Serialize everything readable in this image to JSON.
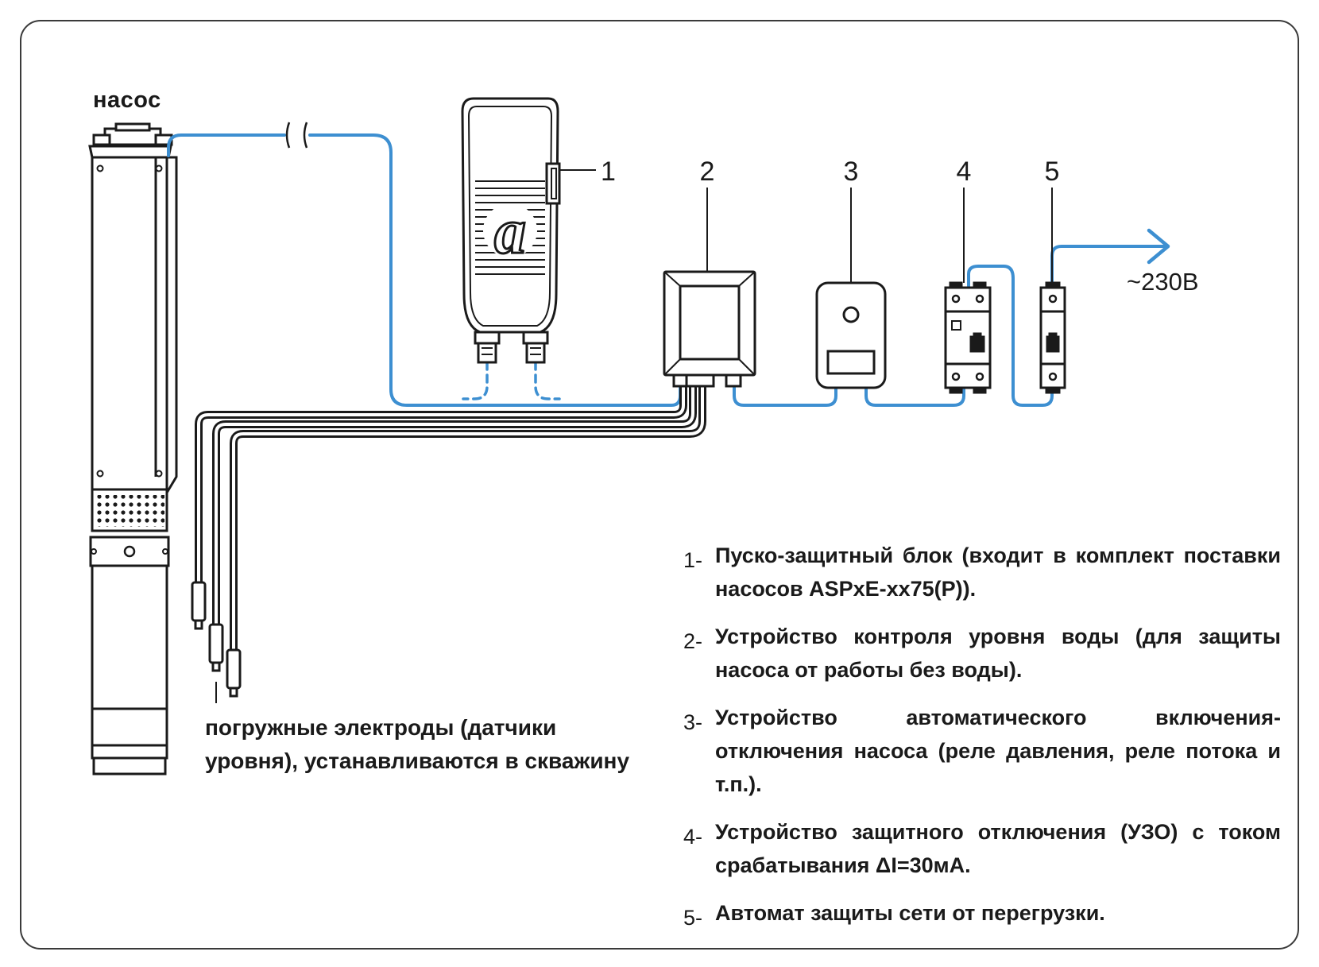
{
  "labels": {
    "pump": "насос",
    "voltage": "~230В",
    "electrodes": "погружные электроды (датчики уровня), устанавливаются в скважину",
    "numbers": [
      "1",
      "2",
      "3",
      "4",
      "5"
    ]
  },
  "legend": [
    {
      "num": "1-",
      "text": "Пуско-защитный блок (входит в комплект поставки насосов ASPxE-xx75(P))."
    },
    {
      "num": "2-",
      "text": "Устройство контроля уровня воды (для защиты насоса от работы без воды)."
    },
    {
      "num": "3-",
      "text": "Устройство автоматического включения-отключения насоса (реле давления, реле потока и т.п.)."
    },
    {
      "num": "4-",
      "text": "Устройство защитного отключения (УЗО) с током срабатывания ΔI=30мА."
    },
    {
      "num": "5-",
      "text": "Автомат защиты сети от перегрузки."
    }
  ],
  "colors": {
    "wire": "#3d8fd1",
    "outline": "#1a1a1a",
    "frame": "#3a3a3a"
  },
  "icons": {
    "control_unit_logo": "a-letter-logo",
    "arrow": "arrow-right-icon"
  }
}
